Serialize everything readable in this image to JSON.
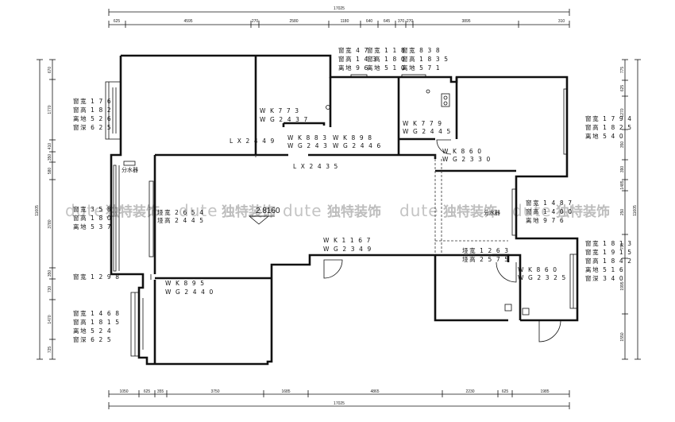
{
  "overall_width": "17025",
  "top_dims": [
    "625",
    "4595",
    "270",
    "2580",
    "1180",
    "640",
    "645",
    "370",
    "270",
    "3895",
    "310"
  ],
  "bottom_dims": [
    "1050",
    "625",
    "355",
    "3750",
    "1685",
    "4865",
    "2230",
    "625",
    "1985"
  ],
  "left_dims": [
    "670",
    "1770",
    "410",
    "350",
    "580",
    "3780",
    "350",
    "730",
    "1470",
    "725"
  ],
  "left_total": "11605",
  "right_dims": [
    "775",
    "625",
    "1270",
    "350",
    "390",
    "1485",
    "250",
    "750",
    "1995",
    "1550"
  ],
  "right_total": "11605",
  "windows": {
    "top_a": {
      "w": "窗宽 4 7",
      "h": "窗高 1 4 3",
      "d": "离地 9 6"
    },
    "top_b": {
      "w": "窗宽 1 1 8",
      "h": "窗高 1 8 0",
      "d": "离地 5 1 0"
    },
    "top_c": {
      "w": "窗宽 8 3 8",
      "h": "窗高 1 8 3 5",
      "d": "离地 5 7 1"
    },
    "left_1": {
      "w": "窗宽 1 7 6",
      "h": "窗高 1 8 2",
      "d": "离地 5 2 6",
      "s": "窗深 6 2 5"
    },
    "left_2": {
      "w": "窗宽 3 5 8",
      "h": "窗高 1 8 0",
      "d": "离地 5 3 7"
    },
    "left_3": {
      "w": "窗宽 1 2 9 8"
    },
    "left_4": {
      "w": "窗宽 1 4 6 8",
      "h": "窗高 1 8 1 5",
      "d": "离地 5 2 4",
      "s": "窗深 6 2 5"
    },
    "right_1": {
      "w": "窗宽 1 7 9 4",
      "h": "窗高 1 8 2 5",
      "d": "离地 5 4 0"
    },
    "right_2": {
      "w": "窗宽 1 4 8 7",
      "h": "窗高 1 4 0 0",
      "d": "离地 9 7 6"
    },
    "right_3": {
      "w": "窗宽 1 8 1 3",
      "h": "窗宽 1 9 1 5",
      "i": "窗高 1 8 4 2",
      "d": "离地 5 1 6",
      "s": "窗深 3 4 0"
    }
  },
  "doors": {
    "d1": {
      "wk": "W K   7 7 3",
      "wg": "W G   2 4 3 7"
    },
    "d2": {
      "wk": "W K   8 8 3",
      "wg": "W G   2 4 3"
    },
    "d3": {
      "wk": "W K   8 9 8",
      "wg": "W G   2 4 4 6"
    },
    "d4": {
      "wk": "W K   7 7 9",
      "wg": "W G   2 4 4 5"
    },
    "d5": {
      "wk": "W K   8 6 0",
      "wg": "W G   2 3 3 0"
    },
    "d6": {
      "wk": "W K   1 1 6 7",
      "wg": "W G   2 3 4 9"
    },
    "d7": {
      "wk": "W K   8 9 5",
      "wg": "W G   2 4 4 0"
    },
    "d8": {
      "wk": "W K   8 6 0",
      "wg": "W G   2 3 2 5"
    }
  },
  "openings": {
    "o1": {
      "w": "垭宽 2 6 5 4",
      "h": "垭高 2 4 4 5"
    },
    "o2": {
      "w": "垭宽 1 2 6 3",
      "h": "垭高 2 5 7 5"
    }
  },
  "lx_1": "L X   2 4 4 9",
  "lx_2": "L X   2 4 3 5",
  "level": "2.8160",
  "water_1": "分水器",
  "water_2": "分水器",
  "watermark_logo": "dute",
  "watermark_text": "独特装饰"
}
